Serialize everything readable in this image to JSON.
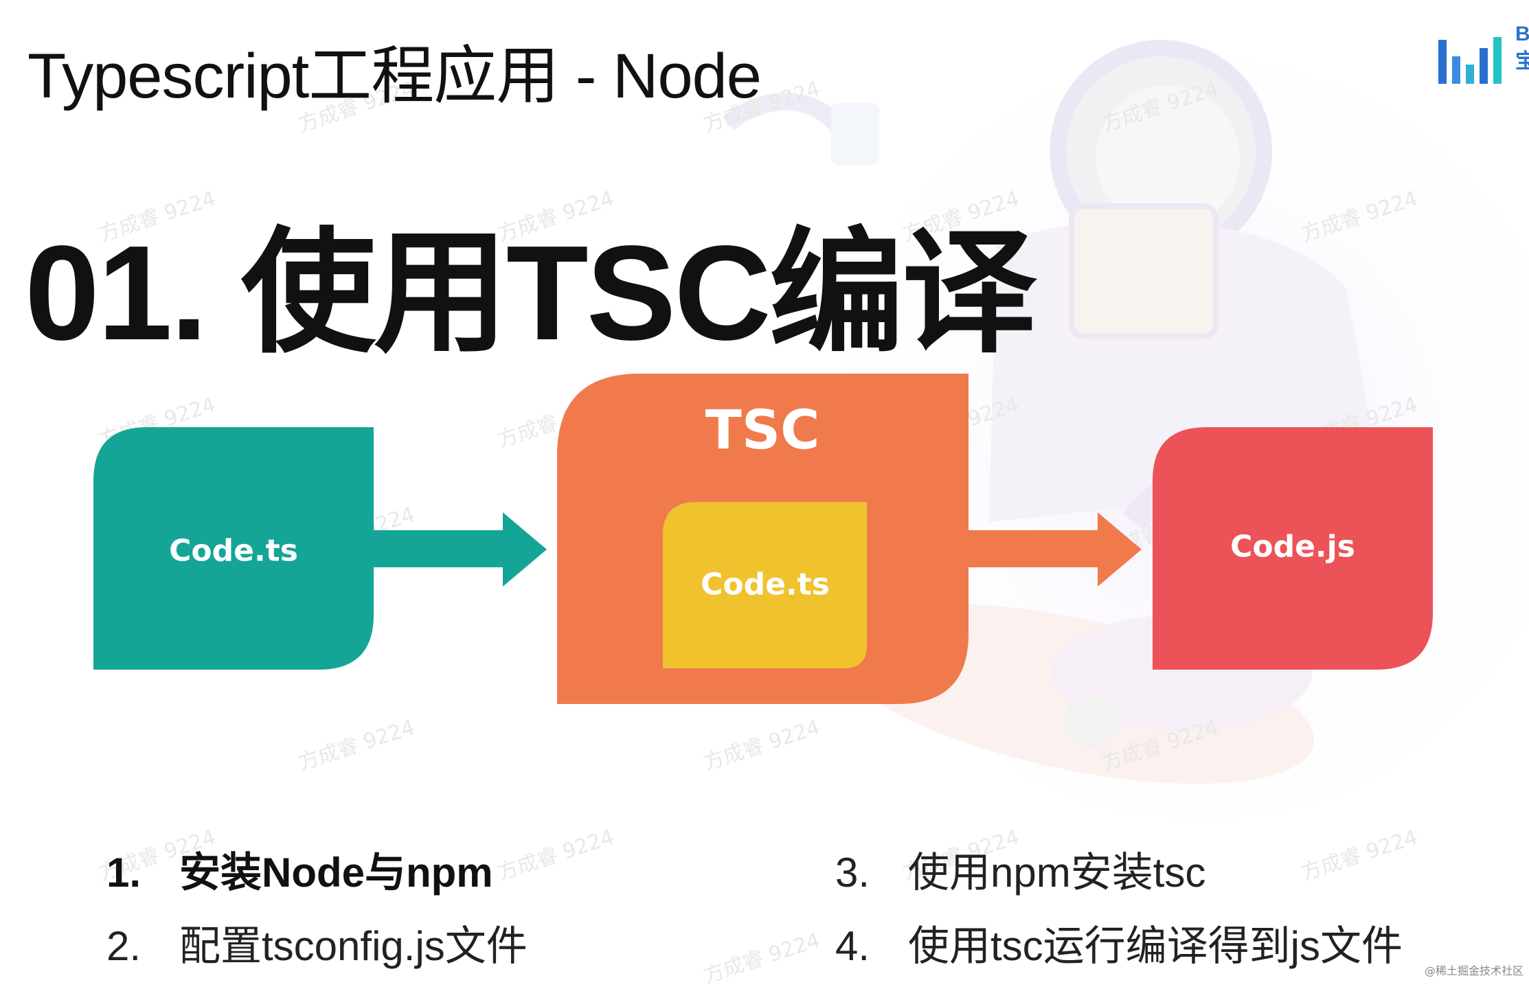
{
  "header": {
    "title": "Typescript工程应用 - Node",
    "logo_text_top": "B",
    "logo_text_bottom": "宝"
  },
  "section": {
    "title": "01. 使用TSC编译"
  },
  "diagram": {
    "source_label": "Code.ts",
    "compiler_label": "TSC",
    "inner_label": "Code.ts",
    "output_label": "Code.js",
    "colors": {
      "source": "#14a596",
      "compiler": "#f07a4c",
      "inner": "#f0c22e",
      "output": "#ec5358",
      "arrow_left": "#14a596",
      "arrow_right": "#f07a4c"
    }
  },
  "steps": [
    {
      "num": "1.",
      "text": "安装Node与npm"
    },
    {
      "num": "2.",
      "text": "配置tsconfig.js文件"
    },
    {
      "num": "3.",
      "text": "使用npm安装tsc"
    },
    {
      "num": "4.",
      "text": "使用tsc运行编译得到js文件"
    }
  ],
  "watermark": "方成睿 9224",
  "footer": "@稀土掘金技术社区"
}
